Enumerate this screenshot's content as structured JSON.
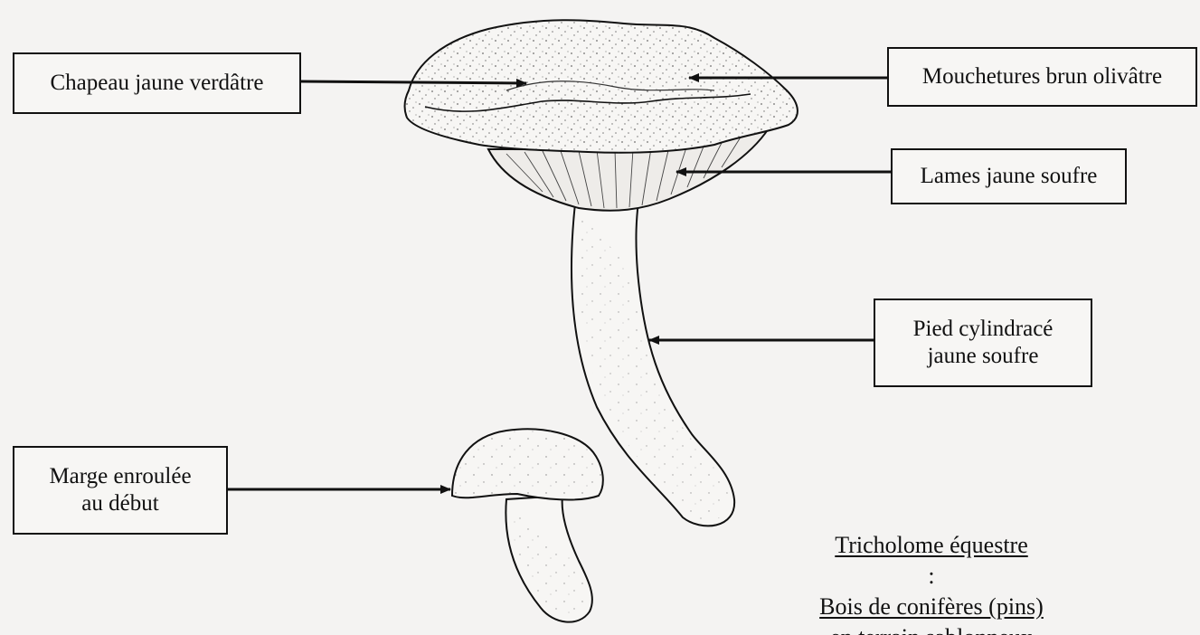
{
  "labels": {
    "cap": "Chapeau jaune verdâtre",
    "spots": "Mouchetures brun olivâtre",
    "gills": "Lames jaune soufre",
    "stem": [
      "Pied cylindracé",
      "jaune soufre"
    ],
    "margin": [
      "Marge enroulée",
      "au début"
    ]
  },
  "caption": {
    "species": "Tricholome équestre",
    "separator": " :",
    "habitat_line1": "Bois de conifères (pins)",
    "habitat_line2": "en terrain sablonneux"
  },
  "colors": {
    "background": "#f4f3f2",
    "ink": "#111111"
  }
}
